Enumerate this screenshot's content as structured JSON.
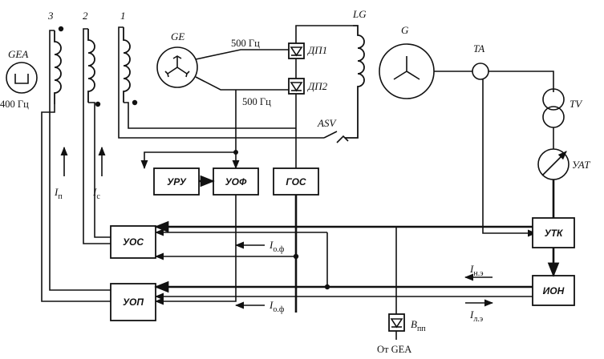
{
  "coils": {
    "c3": "3",
    "c2": "2",
    "c1": "1"
  },
  "machines": {
    "gea": "GEA",
    "gea_freq": "400 Гц",
    "ge": "GE",
    "g": "G",
    "lg": "LG",
    "ta": "TA",
    "tv": "TV",
    "uat": "УАТ",
    "asv": "ASV"
  },
  "rectifiers": {
    "dp1": "ДП1",
    "dp2": "ДП2",
    "freq_top": "500 Гц",
    "freq_bottom": "500 Гц",
    "b": "В",
    "b_sub": "пп",
    "from_gea": "От GEA"
  },
  "blocks": {
    "uru": "УРУ",
    "uof": "УОФ",
    "gos": "ГОС",
    "uos": "УОС",
    "uop": "УОП",
    "utk": "УТК",
    "ion": "ИОН"
  },
  "currents": {
    "ip": "I",
    "ip_sub": "п",
    "ic": "I",
    "ic_sub": "с",
    "iof1": "I",
    "iof1_sub": "о.ф",
    "iof2": "I",
    "iof2_sub": "о.ф",
    "ine": "I",
    "ine_sub": "н.э",
    "ile": "I",
    "ile_sub": "л.э"
  }
}
